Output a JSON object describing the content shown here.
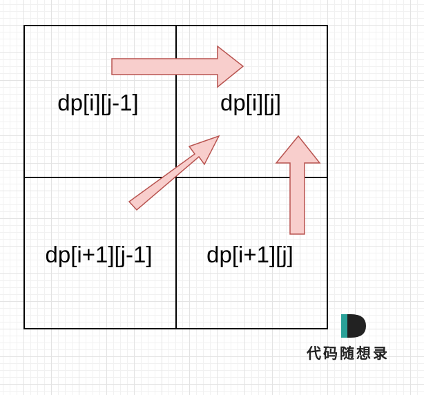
{
  "grid": {
    "cells": [
      {
        "id": "top-left",
        "label": "dp[i][j-1]"
      },
      {
        "id": "top-right",
        "label": "dp[i][j]"
      },
      {
        "id": "bottom-left",
        "label": "dp[i+1][j-1]"
      },
      {
        "id": "bottom-right",
        "label": "dp[i+1][j]"
      }
    ]
  },
  "arrows": {
    "fill": "#f8cecc",
    "stroke": "#b85450"
  },
  "watermark": {
    "text": "代码随想录",
    "logo_colors": [
      "#222222",
      "#2aa198"
    ]
  }
}
